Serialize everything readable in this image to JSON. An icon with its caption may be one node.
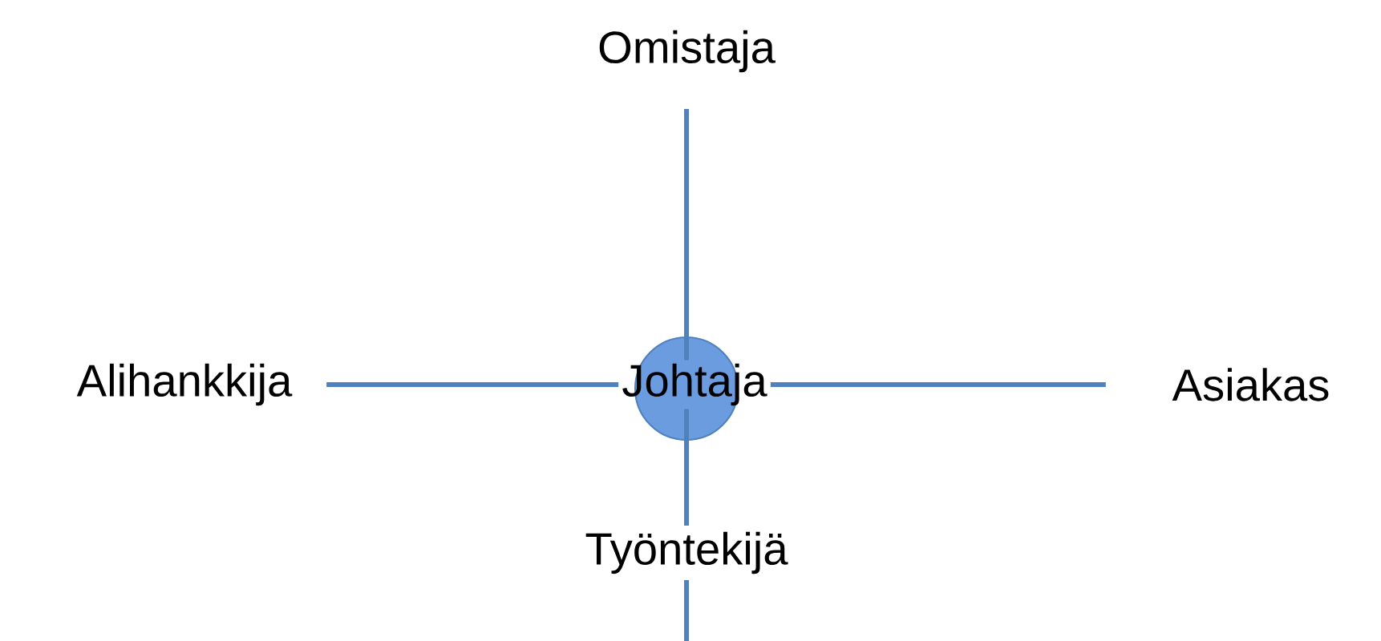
{
  "diagram": {
    "nodes": [
      {
        "text": [
          "Omistaja"
        ]
      },
      {
        "text": [
          "Alihankkija"
        ]
      },
      {
        "text": [
          "Asiakas"
        ]
      },
      {
        "text": [
          "Johtaja"
        ]
      },
      {
        "text": [
          "Työntekijä"
        ]
      }
    ],
    "edges": [
      {
        "from": 3,
        "to": 0,
        "arrow": "none"
      },
      {
        "from": 3,
        "to": 1,
        "arrow": "none"
      },
      {
        "from": 3,
        "to": 2,
        "arrow": "none"
      },
      {
        "from": 3,
        "to": 4,
        "arrow": "none"
      }
    ]
  }
}
